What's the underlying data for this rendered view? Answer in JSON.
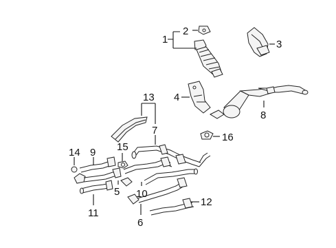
{
  "diagram": {
    "labels": {
      "c1": "1",
      "c2": "2",
      "c3": "3",
      "c4": "4",
      "c5": "5",
      "c6": "6",
      "c7": "7",
      "c8": "8",
      "c9": "9",
      "c10": "10",
      "c11": "11",
      "c12": "12",
      "c13": "13",
      "c14": "14",
      "c15": "15",
      "c16": "16"
    },
    "parts": [
      {
        "id": "catalytic-converter",
        "callout": "1"
      },
      {
        "id": "converter-bracket",
        "callout": "2"
      },
      {
        "id": "heat-shield-upper",
        "callout": "3"
      },
      {
        "id": "heat-shield-bracket",
        "callout": "4"
      },
      {
        "id": "hanger",
        "callout": "5"
      },
      {
        "id": "hanger-lower",
        "callout": "6"
      },
      {
        "id": "intermediate-pipe",
        "callout": "7"
      },
      {
        "id": "muffler",
        "callout": "8"
      },
      {
        "id": "front-pipe",
        "callout": "9"
      },
      {
        "id": "center-pipe",
        "callout": "10"
      },
      {
        "id": "pipe-section",
        "callout": "11"
      },
      {
        "id": "rear-pipe-section",
        "callout": "12"
      },
      {
        "id": "heat-shield",
        "callout": "13"
      },
      {
        "id": "nut",
        "callout": "14"
      },
      {
        "id": "gasket",
        "callout": "15"
      },
      {
        "id": "flange-gasket",
        "callout": "16"
      }
    ]
  }
}
